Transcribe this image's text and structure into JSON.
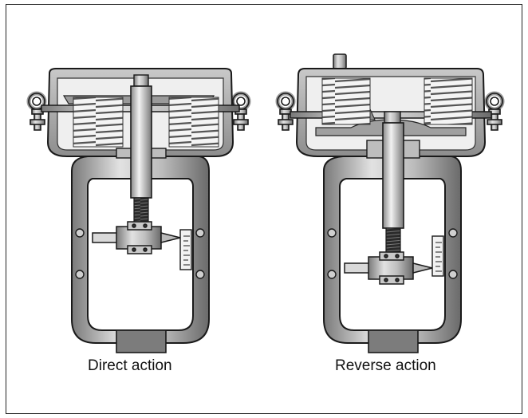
{
  "figure": {
    "panels": [
      {
        "id": "direct",
        "caption": "Direct action"
      },
      {
        "id": "reverse",
        "caption": "Reverse action"
      }
    ]
  },
  "colors": {
    "outline": "#1a1a1a",
    "body_light": "#d6d6d6",
    "body_mid": "#a9a9a9",
    "body_dark": "#6e6e6e",
    "spring": "#8a8a8a"
  }
}
